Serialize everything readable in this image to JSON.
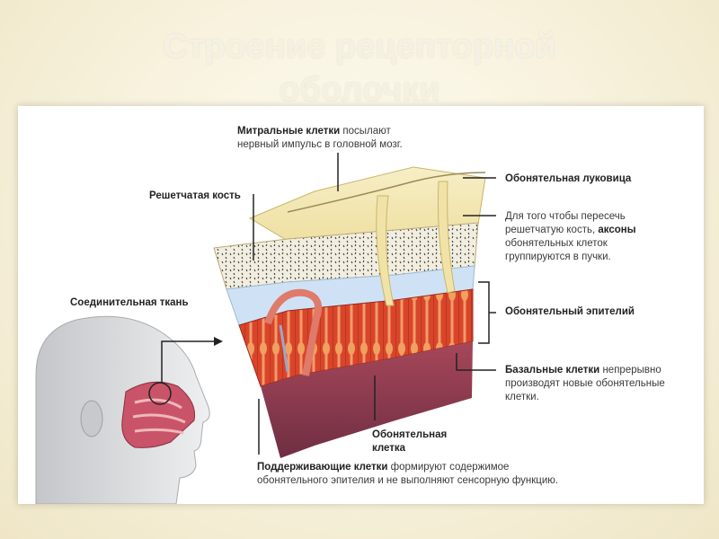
{
  "slide": {
    "title": "Строение рецепторной оболочки"
  },
  "labels": {
    "mitral_bold": "Митральные клетки",
    "mitral_rest1": " посылают",
    "mitral_rest2": "нервный импульс в головной мозг.",
    "ethmoid": "Решетчатая кость",
    "bulb": "Обонятельная луковица",
    "axons_1": "Для того чтобы пересечь",
    "axons_2a": "решетчатую кость, ",
    "axons_2b": "аксоны",
    "axons_3": "обонятельных клеток",
    "axons_4": "группируются в пучки.",
    "connective": "Соединительная ткань",
    "epithelium": "Обонятельный эпителий",
    "basal_bold": "Базальные клетки",
    "basal_rest1": " непрерывно",
    "basal_rest2": "производят новые обонятельные",
    "basal_rest3": "клетки.",
    "olf_cell_1": "Обонятельная",
    "olf_cell_2": "клетка",
    "support_bold": "Поддерживающие клетки",
    "support_rest1": " формируют содержимое",
    "support_rest2": "обонятельного эпителия и не выполняют сенсорную функцию."
  },
  "colors": {
    "bone": "#f3e8b6",
    "connective": "#c9def2",
    "epithelium": "#d9452a",
    "base": "#8a3a4c",
    "skin": "#d9dadc"
  }
}
